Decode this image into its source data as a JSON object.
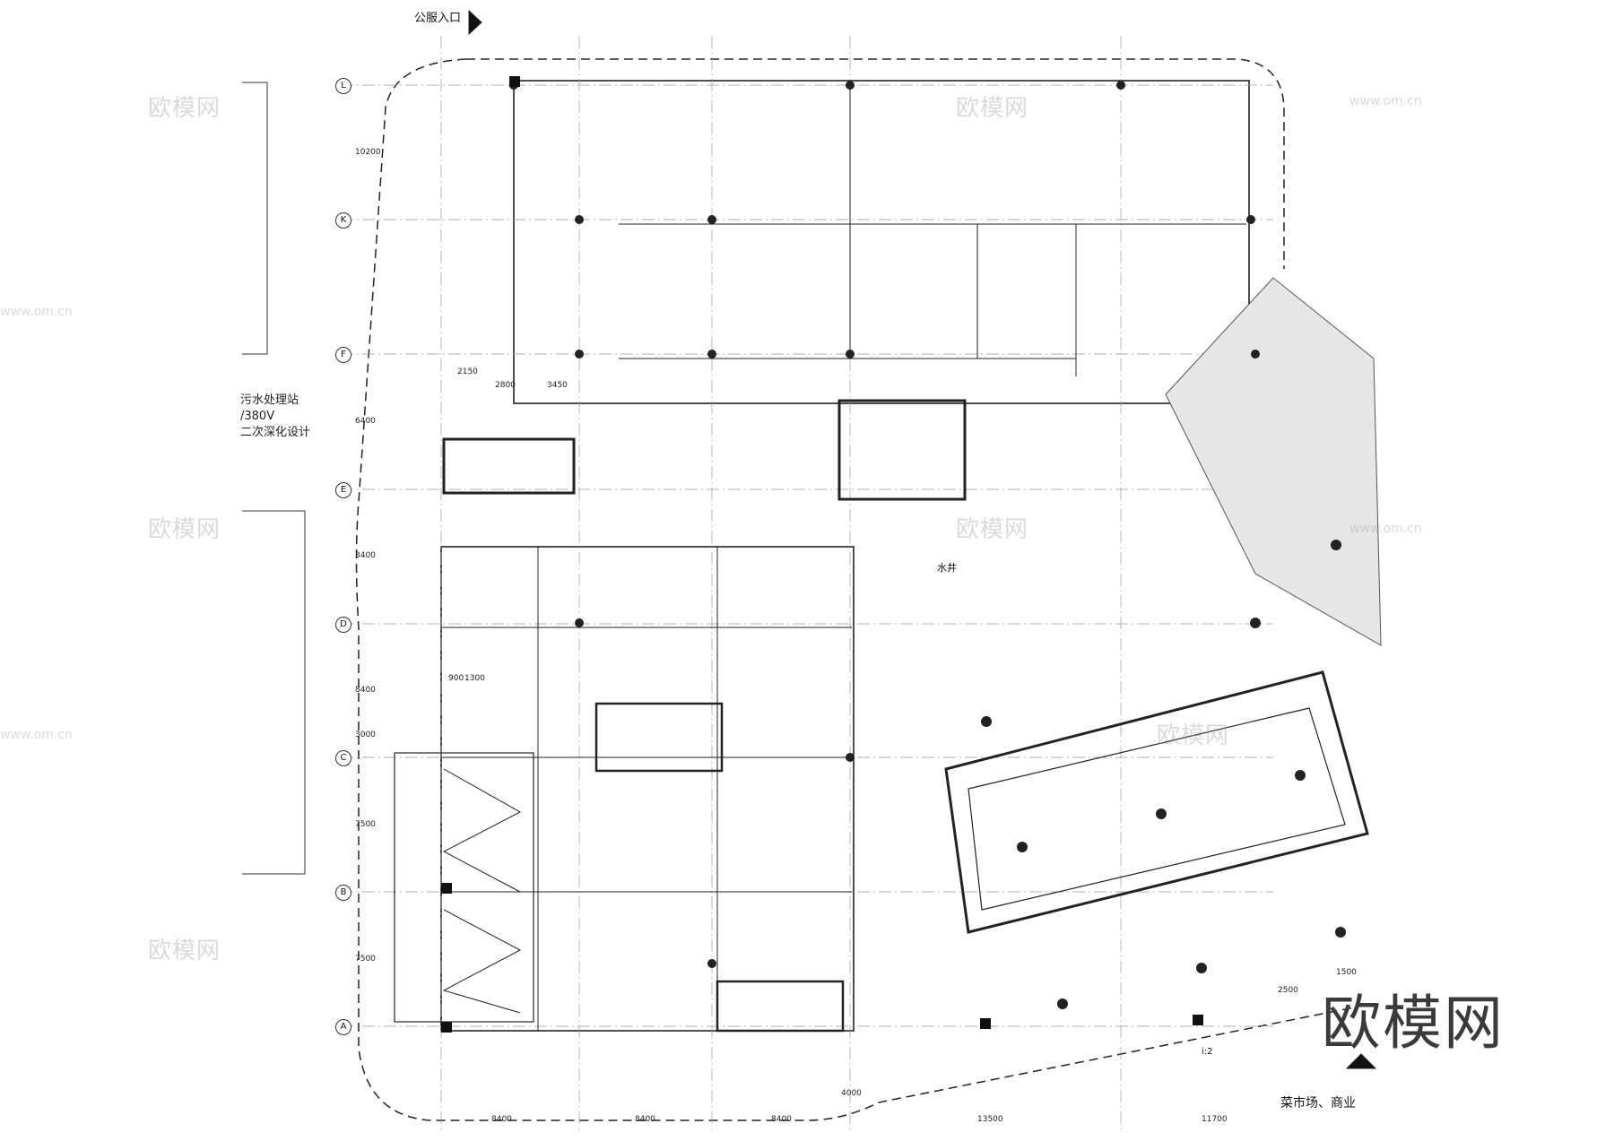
{
  "labels": {
    "public_entrance": "公服入口",
    "notes": [
      "污水处理站",
      "/380V",
      "二次深化设计"
    ],
    "market": "菜市场、商业",
    "brand_watermark": "欧模网",
    "watermark_small": "www.om.cn",
    "water_well": "水井",
    "flat_roof_label": "i:2"
  },
  "grid_axes": [
    "L",
    "K",
    "F",
    "E",
    "D",
    "C",
    "B",
    "A"
  ],
  "dimensions": {
    "left_rows": [
      "10200",
      "6400",
      "3400",
      "8400",
      "3000",
      "7500",
      "7500"
    ],
    "bottom_cols": [
      "8400",
      "8400",
      "8400",
      "13500",
      "11700"
    ],
    "misc": [
      "2150",
      "2800",
      "3450",
      "900",
      "1300",
      "4000",
      "1500",
      "2500"
    ]
  }
}
